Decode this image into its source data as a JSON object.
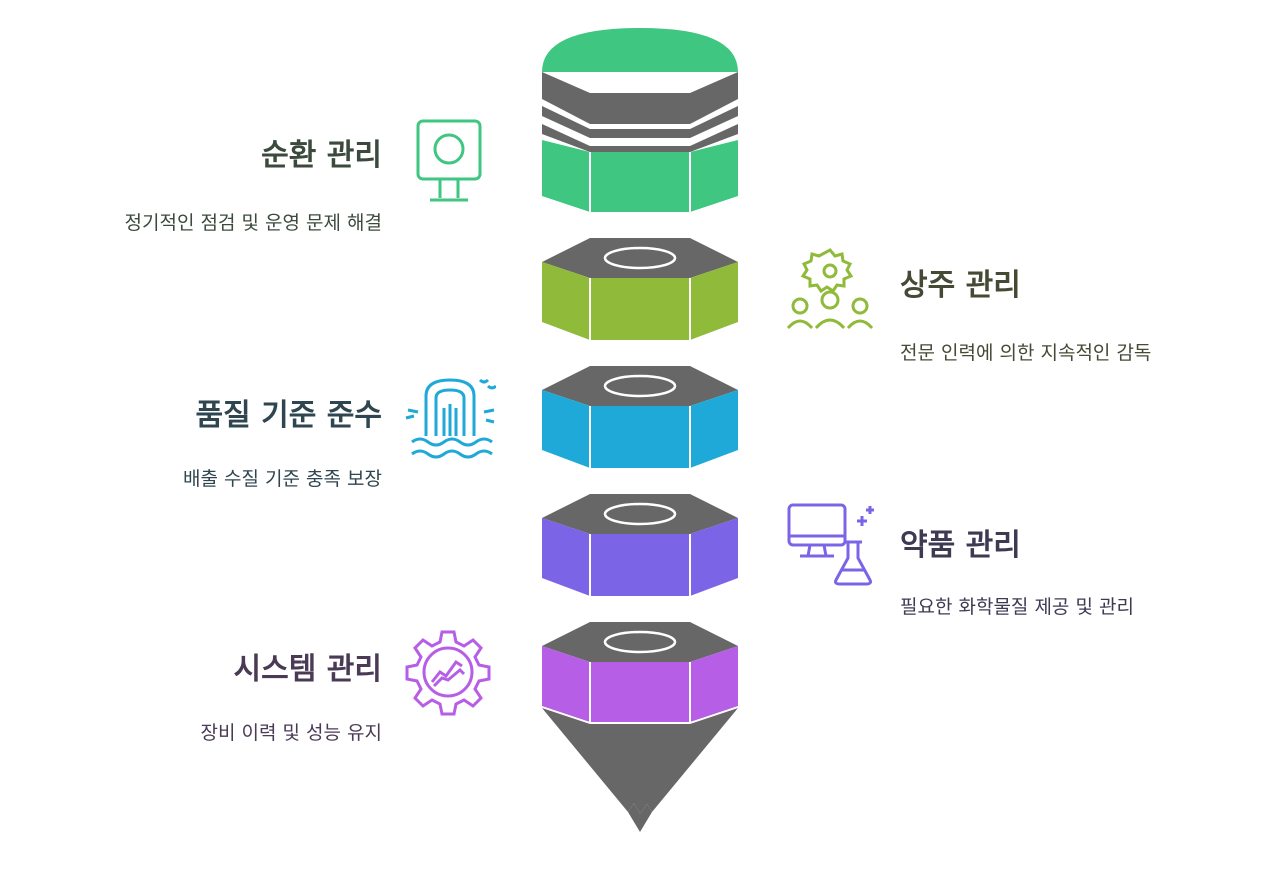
{
  "stages": [
    {
      "title": "순환 관리",
      "description": "정기적인 점검 및 운영 문제 해결",
      "icon": "monitor-stand-icon",
      "color": "#3fc681",
      "text_color": "#3b4a3d"
    },
    {
      "title": "상주 관리",
      "description": "전문 인력에 의한 지속적인 감독",
      "icon": "team-gear-icon",
      "color": "#8fba3a",
      "text_color": "#454a35"
    },
    {
      "title": "품질 기준 준수",
      "description": "배출 수질 기준 충족 보장",
      "icon": "water-outlet-icon",
      "color": "#1fa9d8",
      "text_color": "#2f4650"
    },
    {
      "title": "약품 관리",
      "description": "필요한 화학물질 제공 및 관리",
      "icon": "monitor-flask-icon",
      "color": "#7c64e6",
      "text_color": "#3d3a52"
    },
    {
      "title": "시스템 관리",
      "description": "장비 이력 및 성능 유지",
      "icon": "gear-chart-icon",
      "color": "#b75ee6",
      "text_color": "#4a3a55"
    }
  ],
  "structure_color": "#676767"
}
